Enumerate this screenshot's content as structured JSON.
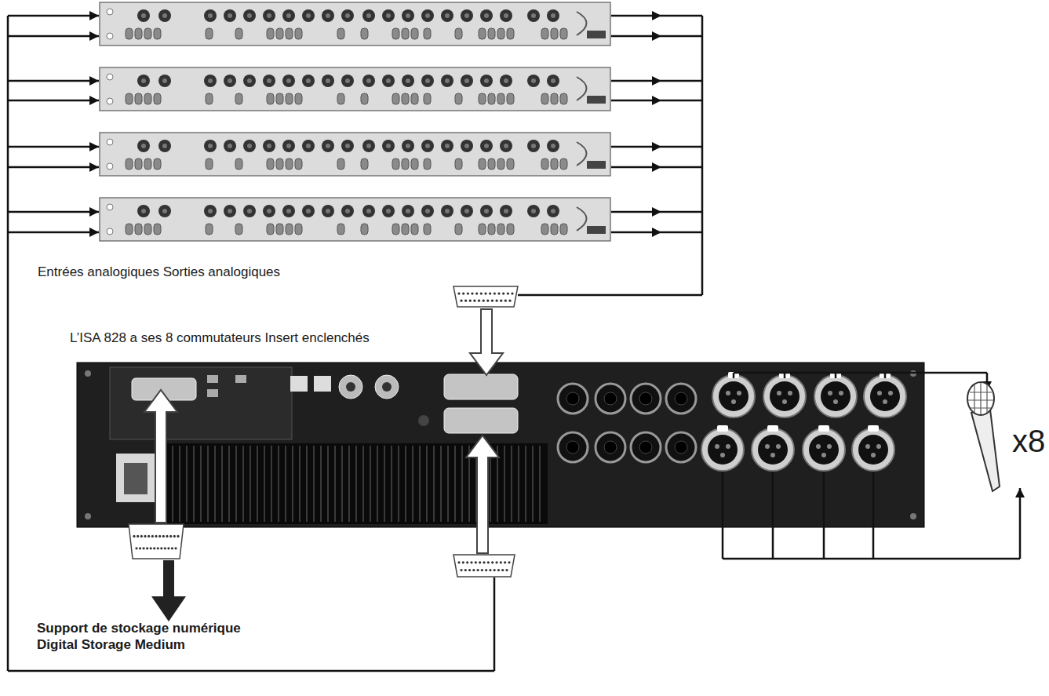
{
  "diagram": {
    "labels": [
      "Entrées analogiques Sorties analogiques",
      "L’ISA 828 a ses 8 commutateurs Insert enclenchés",
      "Support de stockage numérique",
      "Digital Storage Medium",
      "x8"
    ]
  }
}
